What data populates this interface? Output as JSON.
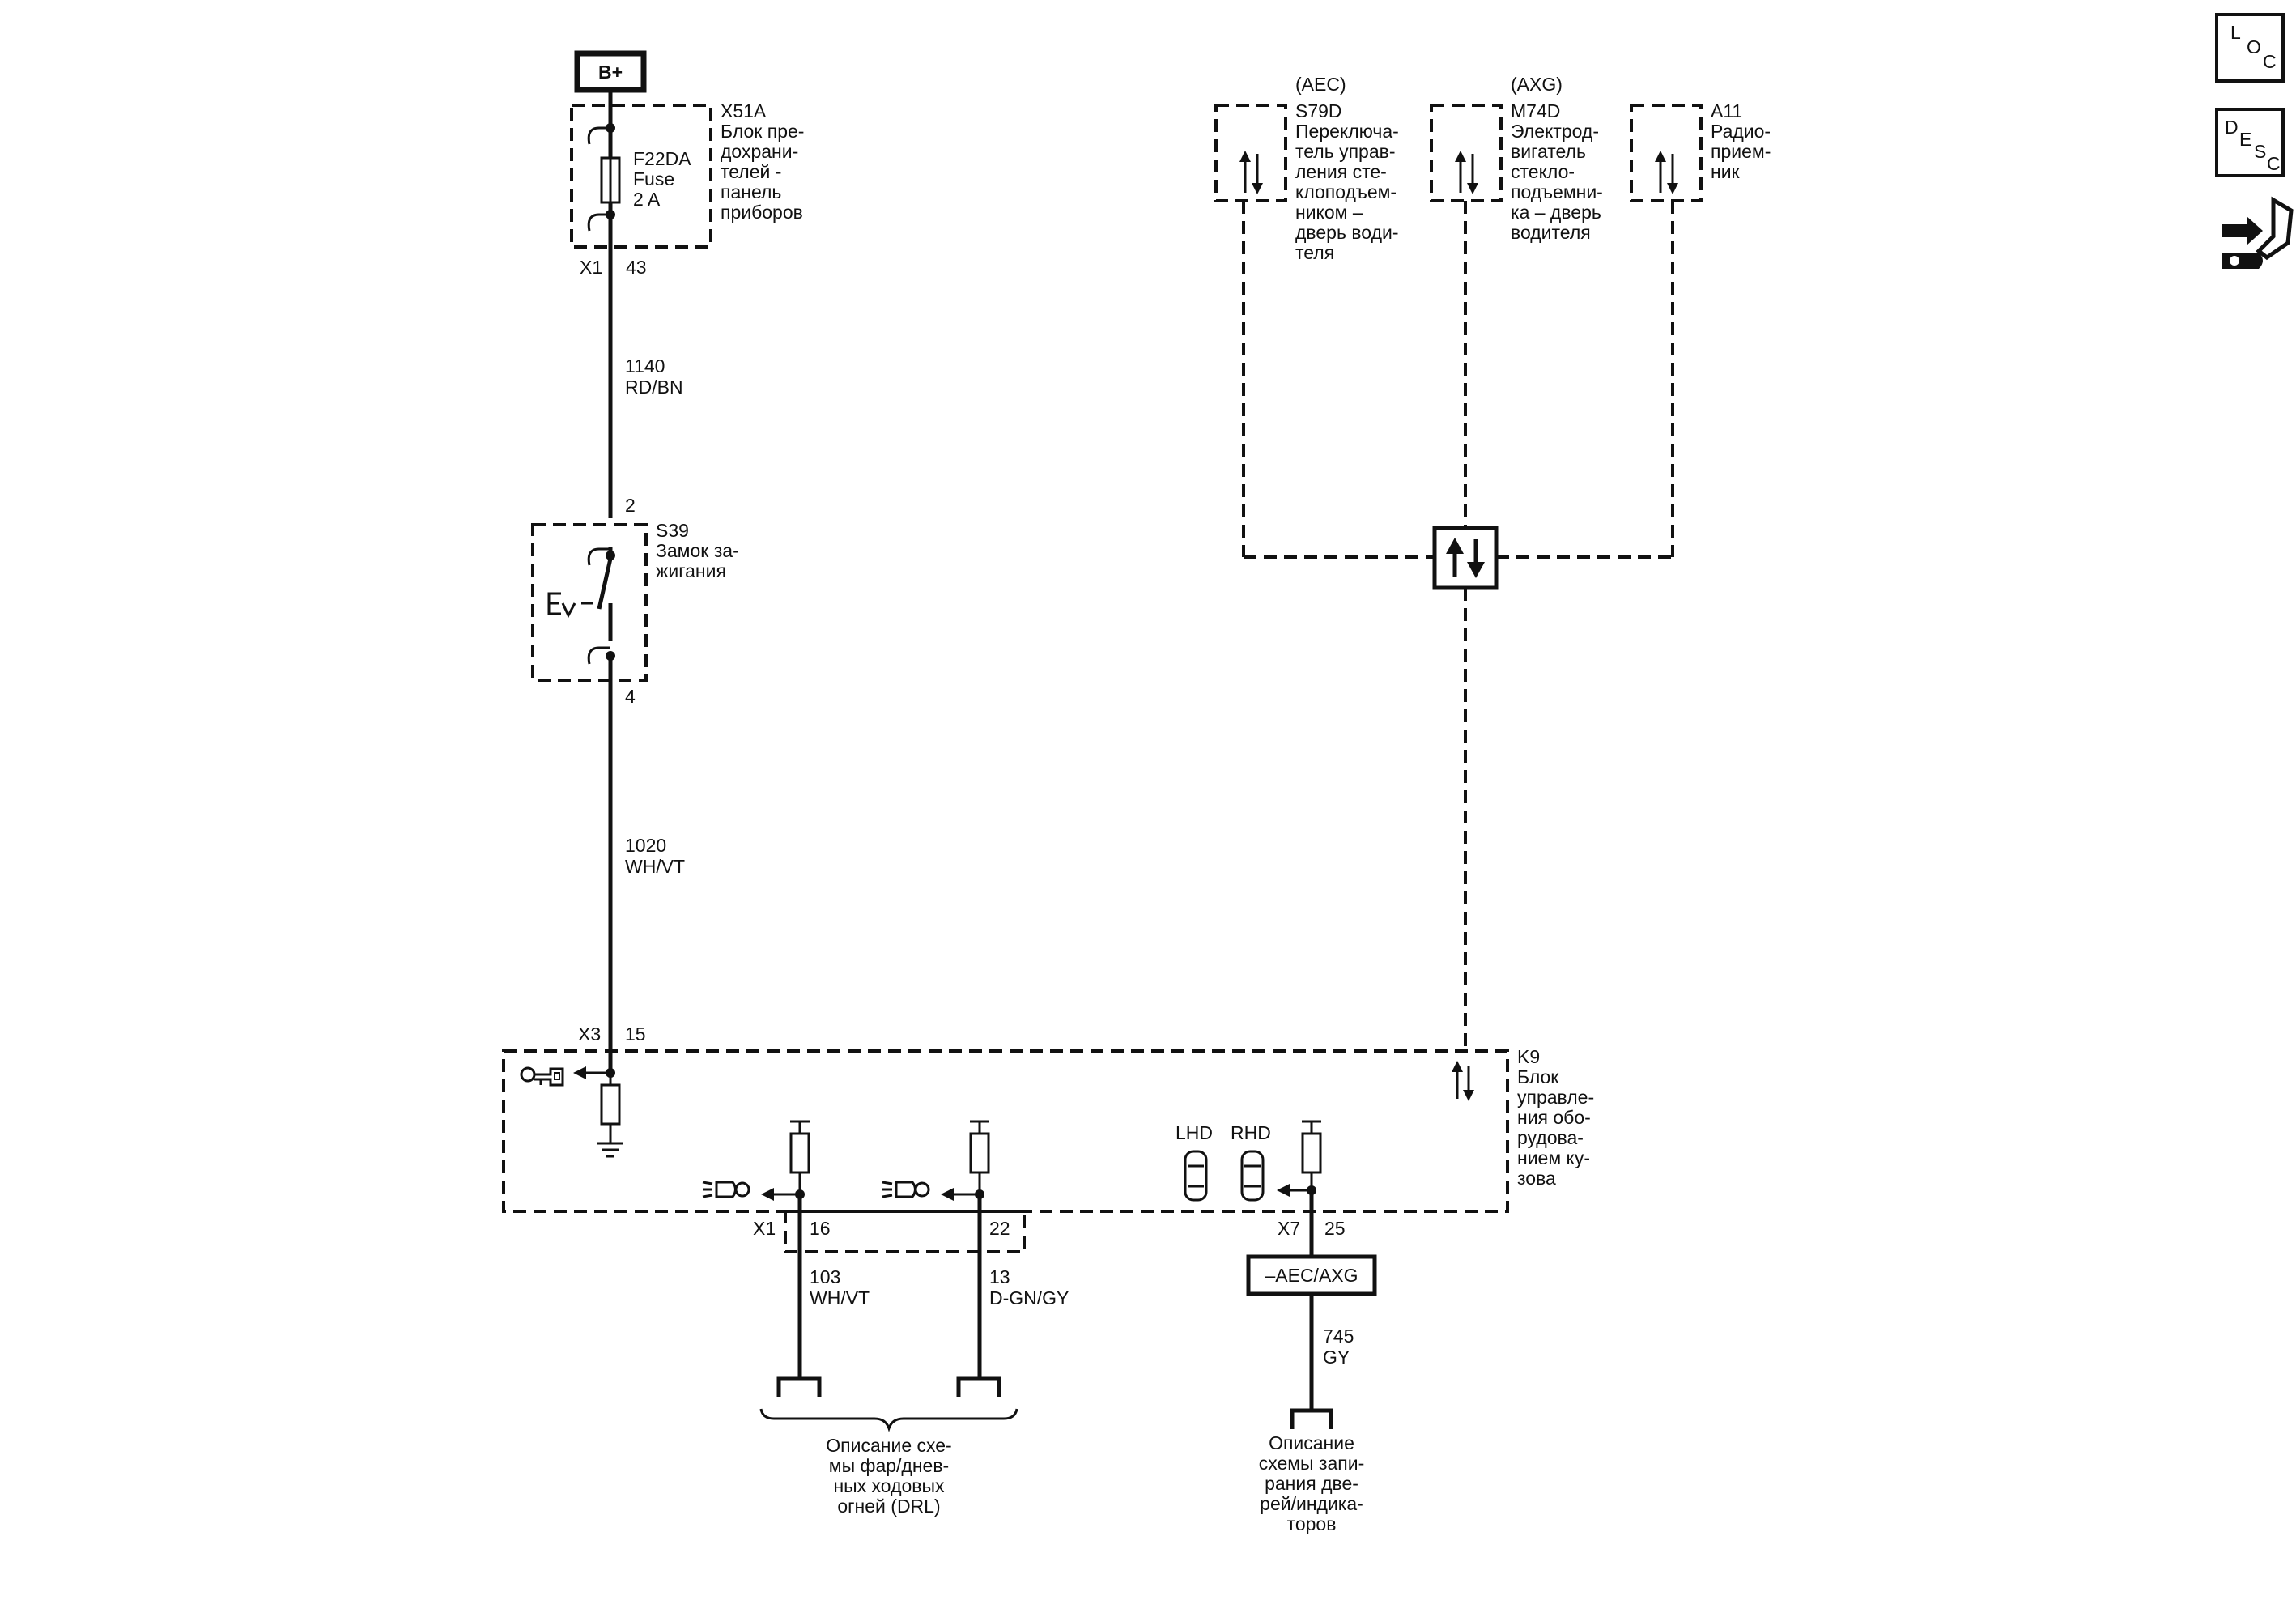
{
  "diagram": {
    "power_terminal": "B+",
    "fuse_block": {
      "id": "X51A",
      "desc": [
        "Блок пре-",
        "дохрани-",
        "телей -",
        "панель",
        "приборов"
      ]
    },
    "fuse": {
      "id": "F22DA",
      "lines": [
        "Fuse",
        "2 A"
      ]
    },
    "fuse_connector": {
      "id": "X1",
      "pin": "43"
    },
    "wire_1140": {
      "circuit": "1140",
      "color": "RD/BN"
    },
    "ignition_switch": {
      "pin_in": "2",
      "id": "S39",
      "desc": [
        "Замок за-",
        "жигания"
      ],
      "pin_out": "4"
    },
    "wire_1020": {
      "circuit": "1020",
      "color": "WH/VT"
    },
    "bcm_connector_x3": {
      "id": "X3",
      "pin": "15"
    },
    "bcm": {
      "id": "K9",
      "desc": [
        "Блок",
        "управле-",
        "ния обо-",
        "рудова-",
        "нием ку-",
        "зова"
      ]
    },
    "drl_connector": {
      "id": "X1",
      "pin_a": "16",
      "pin_b": "22"
    },
    "wire_103": {
      "circuit": "103",
      "color": "WH/VT"
    },
    "wire_13": {
      "circuit": "13",
      "color": "D-GN/GY"
    },
    "drl_ref": [
      "Описание схе-",
      "мы фар/днев-",
      "ных ходовых",
      "огней (DRL)"
    ],
    "lock_connector": {
      "id": "X7",
      "pin": "25"
    },
    "lhd_label": "LHD",
    "rhd_label": "RHD",
    "option_box": "–AEC/AXG",
    "wire_745": {
      "circuit": "745",
      "color": "GY"
    },
    "lock_ref": [
      "Описание",
      "схемы запи-",
      "рания две-",
      "рей/индика-",
      "торов"
    ],
    "module_s79d": {
      "option": "(AEC)",
      "id": "S79D",
      "desc": [
        "Переключа-",
        "тель управ-",
        "ления сте-",
        "клоподъем-",
        "ником –",
        "дверь води-",
        "теля"
      ]
    },
    "module_m74d": {
      "option": "(AXG)",
      "id": "M74D",
      "desc": [
        "Электрод-",
        "вигатель",
        "стекло-",
        "подъемни-",
        "ка – дверь",
        "водителя"
      ]
    },
    "module_a11": {
      "id": "A11",
      "desc": [
        "Радио-",
        "прием-",
        "ник"
      ]
    },
    "side_icons": {
      "loc": {
        "top": "L",
        "mid": "O",
        "bot": "C"
      },
      "desc": {
        "top": "D",
        "mid": "E",
        "sub1": "S",
        "sub2": "C"
      },
      "connector_icon": "connector-repair-icon"
    }
  }
}
